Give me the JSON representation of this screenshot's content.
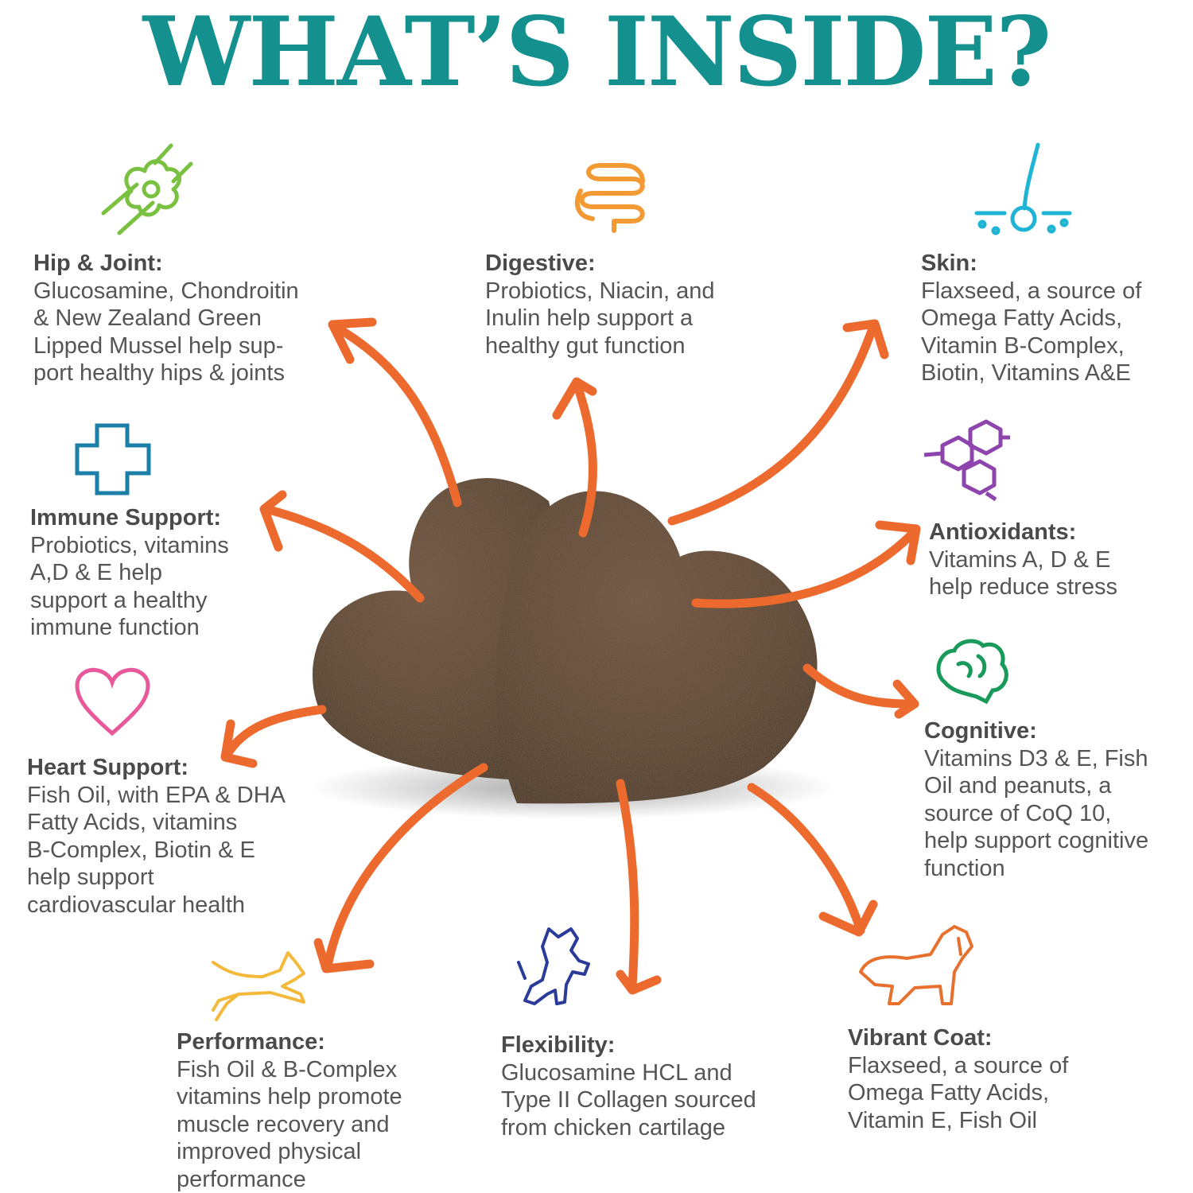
{
  "title": "WHAT’S INSIDE?",
  "colors": {
    "title": "#14908f",
    "arrow": "#ed6a2e",
    "treat": "#5a4232"
  },
  "benefits": {
    "hip_joint": {
      "heading": "Hip & Joint:",
      "text": "Glucosamine, Chondroitin\n& New Zealand Green\nLipped Mussel help sup-\nport healthy hips & joints",
      "icon": "joint-icon",
      "icon_color": "#7ac142"
    },
    "digestive": {
      "heading": "Digestive:",
      "text": "Probiotics, Niacin, and\nInulin help support a\nhealthy gut function",
      "icon": "intestine-icon",
      "icon_color": "#f39a35"
    },
    "skin": {
      "heading": "Skin:",
      "text": "Flaxseed, a source of\nOmega Fatty Acids,\nVitamin B-Complex,\nBiotin, Vitamins A&E",
      "icon": "hair-follicle-icon",
      "icon_color": "#1fb3d6"
    },
    "immune": {
      "heading": "Immune Support:",
      "text": "Probiotics, vitamins\nA,D & E help\nsupport a healthy\nimmune function",
      "icon": "medical-cross-icon",
      "icon_color": "#1b7fa8"
    },
    "antioxidants": {
      "heading": "Antioxidants:",
      "text": "Vitamins A, D & E\nhelp reduce stress",
      "icon": "molecule-icon",
      "icon_color": "#8e44ad"
    },
    "heart": {
      "heading": "Heart Support:",
      "text": "Fish Oil, with EPA & DHA\nFatty Acids, vitamins\nB-Complex, Biotin & E\nhelp  support\ncardiovascular health",
      "icon": "heart-icon",
      "icon_color": "#e8589a"
    },
    "cognitive": {
      "heading": "Cognitive:",
      "text": "Vitamins D3 & E, Fish\nOil and peanuts, a\nsource of CoQ 10,\nhelp support cognitive\nfunction",
      "icon": "brain-icon",
      "icon_color": "#1a9a5a"
    },
    "performance": {
      "heading": "Performance:",
      "text": "Fish Oil & B-Complex\nvitamins help promote\nmuscle recovery and\nimproved physical\nperformance",
      "icon": "running-dog-icon",
      "icon_color": "#f2b93b"
    },
    "flexibility": {
      "heading": "Flexibility:",
      "text": "Glucosamine HCL and\nType II Collagen sourced\nfrom chicken cartilage",
      "icon": "jumping-dog-icon",
      "icon_color": "#2a3b9a"
    },
    "vibrant_coat": {
      "heading": "Vibrant Coat:",
      "text": "Flaxseed, a source of\nOmega Fatty Acids,\nVitamin E, Fish Oil",
      "icon": "long-hair-dog-icon",
      "icon_color": "#e8702f"
    }
  }
}
